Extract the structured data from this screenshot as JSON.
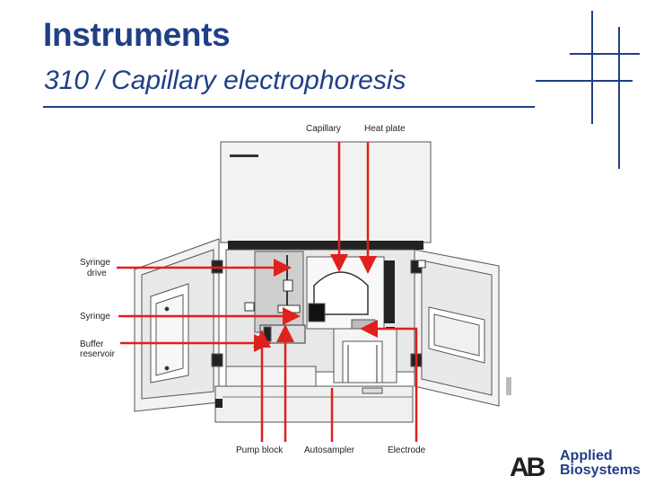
{
  "slide": {
    "title": "Instruments",
    "subtitle": "310 / Capillary electrophoresis"
  },
  "diagram": {
    "labels": {
      "capillary": "Capillary",
      "heat_plate": "Heat plate",
      "syringe_drive": "Syringe drive",
      "syringe_drive_line1": "Syringe",
      "syringe_drive_line2": "drive",
      "syringe": "Syringe",
      "buffer_reservoir_line1": "Buffer",
      "buffer_reservoir_line2": "reservoir",
      "pump_block": "Pump block",
      "autosampler": "Autosampler",
      "electrode": "Electrode"
    }
  },
  "logo": {
    "mark": "AB",
    "line1": "Applied",
    "line2": "Biosystems"
  },
  "colors": {
    "title": "#1f3f86",
    "arrow": "#e0201c",
    "rule": "#1f3f86"
  }
}
